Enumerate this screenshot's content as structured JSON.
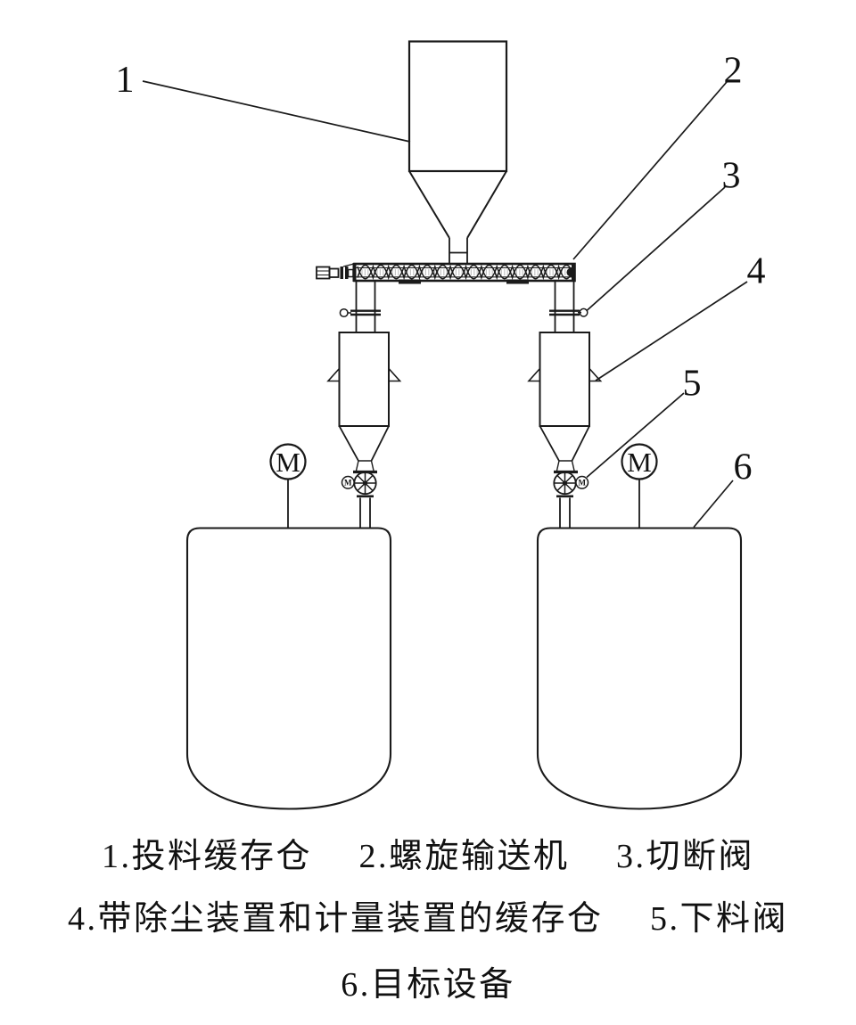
{
  "figure": {
    "background": "#ffffff",
    "line_color": "#1a1a1a",
    "callouts": [
      "1",
      "2",
      "3",
      "4",
      "5",
      "6"
    ],
    "motor_label": "M",
    "caption_lines": [
      "1.投料缓存仓　 2.螺旋输送机　 3.切断阀",
      "4.带除尘装置和计量装置的缓存仓　 5.下料阀",
      "6.目标设备"
    ],
    "legend": [
      {
        "num": "1",
        "label": "投料缓存仓"
      },
      {
        "num": "2",
        "label": "螺旋输送机"
      },
      {
        "num": "3",
        "label": "切断阀"
      },
      {
        "num": "4",
        "label": "带除尘装置和计量装置的缓存仓"
      },
      {
        "num": "5",
        "label": "下料阀"
      },
      {
        "num": "6",
        "label": "目标设备"
      }
    ]
  }
}
